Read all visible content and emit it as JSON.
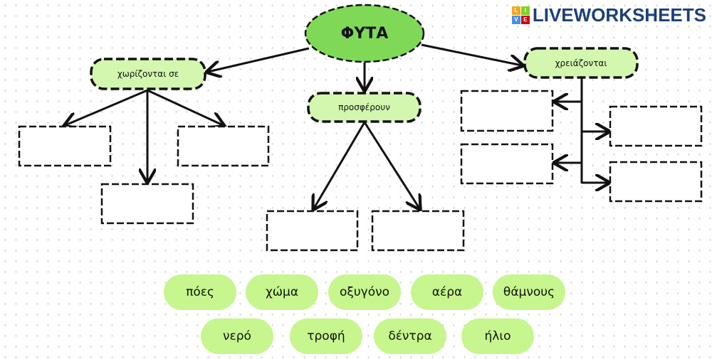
{
  "main_node": {
    "label": "ΦΥΤΑ"
  },
  "branches": [
    {
      "label": "χωρίζονται σε",
      "empty_boxes": 3
    },
    {
      "label": "προσφέρουν",
      "empty_boxes": 2
    },
    {
      "label": "χρειάζονται",
      "empty_boxes": 4
    }
  ],
  "word_bank": [
    "πόες",
    "χώμα",
    "οξυγόνο",
    "αέρα",
    "θάμνους",
    "νερό",
    "τροφή",
    "δέντρα",
    "ήλιο"
  ],
  "watermark": {
    "text": "LIVEWORKSHEETS",
    "badge": [
      "L",
      "I",
      "V",
      "E"
    ]
  },
  "colors": {
    "main_fill": "#7fd957",
    "node_fill": "#d3f7ae",
    "pill_fill": "#c6f68d",
    "logo": "#1d3f7a"
  }
}
